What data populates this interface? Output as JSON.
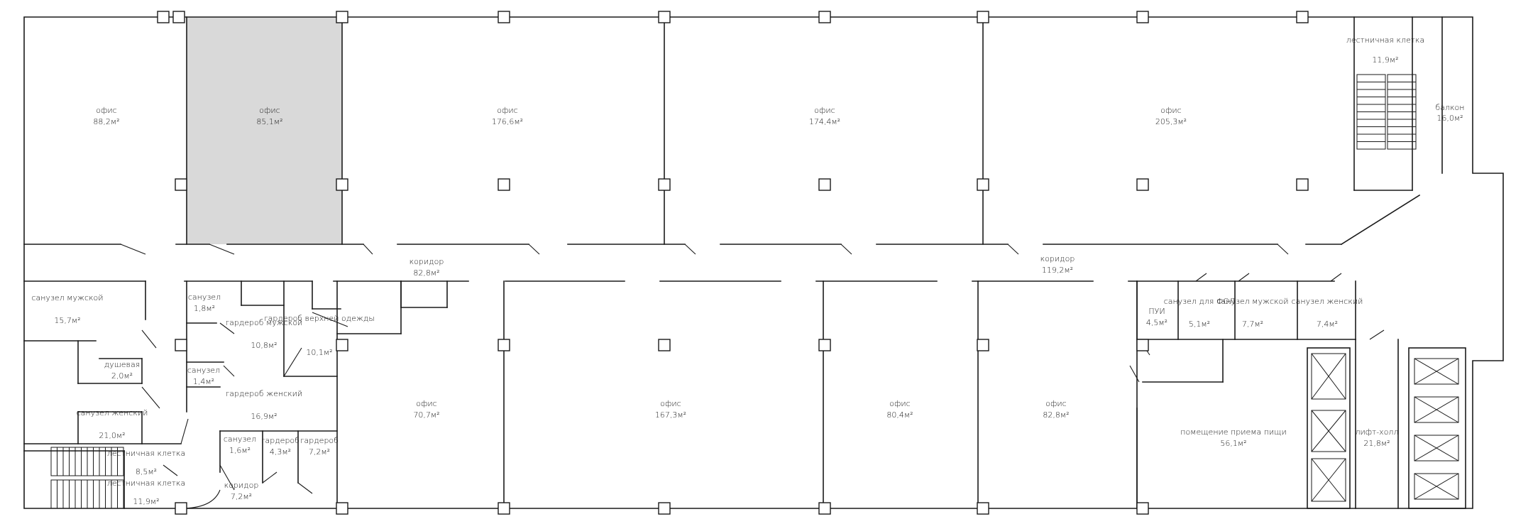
{
  "rooms": [
    {
      "id": "r01",
      "name": "офис",
      "area": "88,2м²"
    },
    {
      "id": "r02",
      "name": "офис",
      "area": "85,1м²",
      "highlighted": true
    },
    {
      "id": "r03",
      "name": "офис",
      "area": "176,6м²"
    },
    {
      "id": "r04",
      "name": "офис",
      "area": "174,4м²"
    },
    {
      "id": "r05",
      "name": "офис",
      "area": "205,3м²"
    },
    {
      "id": "r06",
      "name": "лестничная клетка",
      "area": "11,9м²"
    },
    {
      "id": "r07",
      "name": "балкон",
      "area": "16,0м²"
    },
    {
      "id": "r08",
      "name": "коридор",
      "area": "82,8м²"
    },
    {
      "id": "r09",
      "name": "коридор",
      "area": "119,2м²"
    },
    {
      "id": "r10",
      "name": "санузел мужской",
      "area": "15,7м²"
    },
    {
      "id": "r11",
      "name": "душевая",
      "area": "2,0м²"
    },
    {
      "id": "r12",
      "name": "санузел женский",
      "area": "21,0м²"
    },
    {
      "id": "r13",
      "name": "лестничная клетка",
      "area": "8,5м²"
    },
    {
      "id": "r14",
      "name": "лестничная клетка",
      "area": "11,9м²"
    },
    {
      "id": "r15",
      "name": "санузел",
      "area": "1,8м²"
    },
    {
      "id": "r16",
      "name": "гардероб мужской",
      "area": "10,8м²"
    },
    {
      "id": "r17",
      "name": "гардероб верхней одежды",
      "area": "10,1м²"
    },
    {
      "id": "r18",
      "name": "санузел",
      "area": "1,4м²"
    },
    {
      "id": "r19",
      "name": "гардероб женский",
      "area": "16,9м²"
    },
    {
      "id": "r20",
      "name": "санузел",
      "area": "1,6м²"
    },
    {
      "id": "r21",
      "name": "гардероб",
      "area": "4,3м²"
    },
    {
      "id": "r22",
      "name": "гардероб",
      "area": "7,2м²"
    },
    {
      "id": "r23",
      "name": "коридор",
      "area": "7,2м²"
    },
    {
      "id": "r24",
      "name": "офис",
      "area": "70,7м²"
    },
    {
      "id": "r25",
      "name": "офис",
      "area": "167,3м²"
    },
    {
      "id": "r26",
      "name": "офис",
      "area": "80,4м²"
    },
    {
      "id": "r27",
      "name": "офис",
      "area": "82,8м²"
    },
    {
      "id": "r28",
      "name": "ПУИ",
      "area": "4,5м²"
    },
    {
      "id": "r29",
      "name": "санузел для ФОЛ",
      "area": "5,1м²"
    },
    {
      "id": "r30",
      "name": "санузел мужской",
      "area": "7,7м²"
    },
    {
      "id": "r31",
      "name": "санузел женский",
      "area": "7,4м²"
    },
    {
      "id": "r32",
      "name": "помещение приема пищи",
      "area": "56,1м²"
    },
    {
      "id": "r33",
      "name": "лифт-холл",
      "area": "21,8м²"
    }
  ],
  "colors": {
    "wall": "#1a1a1a",
    "background": "#ffffff",
    "highlight": "#d9d9d9"
  }
}
